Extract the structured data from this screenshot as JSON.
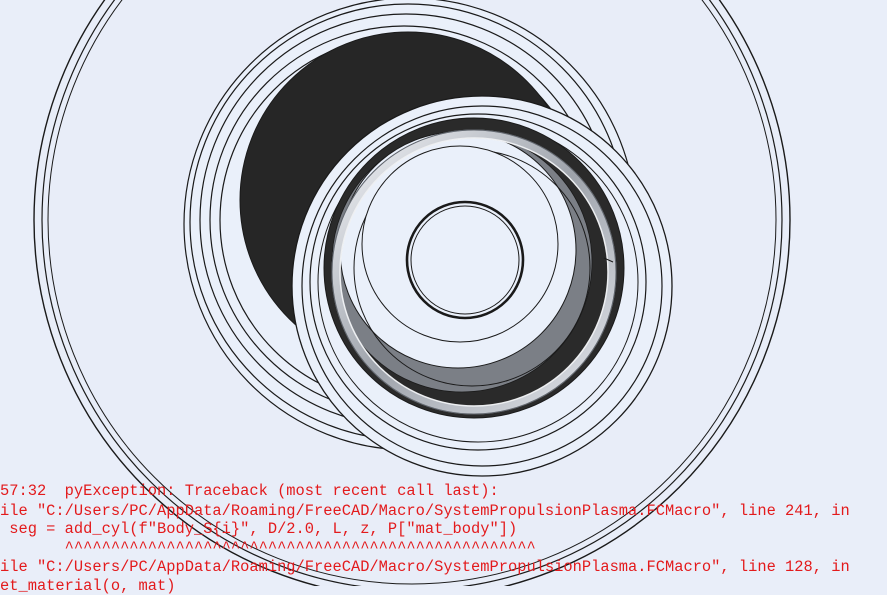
{
  "view": {
    "name": "freecad-3d-view",
    "background": "#e9eef9",
    "model": "plasma-propulsion-assembly-top-view"
  },
  "report_view": {
    "text_color": "#e31a1c",
    "lines": [
      "57:32  pyException: Traceback (most recent call last):",
      "ile \"C:/Users/PC/AppData/Roaming/FreeCAD/Macro/SystemPropulsionPlasma.FCMacro\", line 241, in",
      " seg = add_cyl(f\"Body_S{i}\", D/2.0, L, z, P[\"mat_body\"])",
      "       ^^^^^^^^^^^^^^^^^^^^^^^^^^^^^^^^^^^^^^^^^^^^^^^^^^^",
      "ile \"C:/Users/PC/AppData/Roaming/FreeCAD/Macro/SystemPropulsionPlasma.FCMacro\", line 128, in",
      "et_material(o, mat)"
    ]
  }
}
